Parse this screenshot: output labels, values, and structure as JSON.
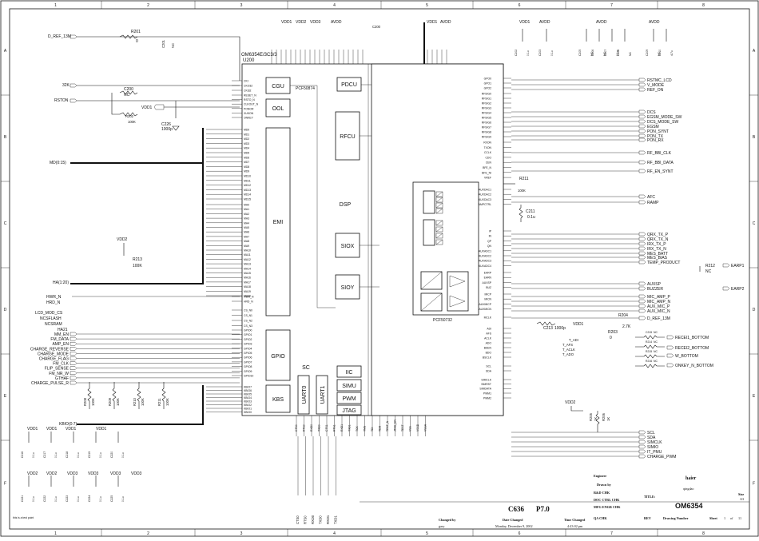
{
  "grid": {
    "columns": [
      "1",
      "2",
      "3",
      "4",
      "5",
      "6",
      "7",
      "8"
    ],
    "rows": [
      "A",
      "B",
      "C",
      "D",
      "E",
      "F"
    ]
  },
  "chip": {
    "part": "OM6354E/3C3/3",
    "ref": "U200",
    "subpart": "PCF50874",
    "codec_part": "PCF50732",
    "blocks": {
      "cgu": "CGU",
      "ool": "OOL",
      "emi": "EMI",
      "gpio": "GPIO",
      "kbs": "KBS",
      "pdcu": "PDCU",
      "rfcu": "RFCU",
      "dsp": "DSP",
      "siox": "SIOX",
      "sioy": "SIOY",
      "sc": "SC",
      "iic": "IIC",
      "simu": "SIMU",
      "pwm": "PWM",
      "jtag": "JTAG",
      "uart0": "UART0",
      "uart1": "UART1"
    }
  },
  "left_pins": [
    "CKI",
    "CKO32",
    "CKI32",
    "RESET_N",
    "RSTO_N",
    "CLKOUT_N",
    "PONOR",
    "XUKON",
    "ONKEY",
    "MD0",
    "MD1",
    "MD2",
    "MD3",
    "MD4",
    "MD5",
    "MD6",
    "MD7",
    "MD8",
    "MD9",
    "MD10",
    "MD11",
    "MD12",
    "MD13",
    "MD14",
    "MD15",
    "MA0",
    "MA1",
    "MA2",
    "MA3",
    "MA4",
    "MA5",
    "MA6",
    "MA7",
    "MA8",
    "MA9",
    "MA10",
    "MA11",
    "MA12",
    "MA13",
    "MA14",
    "MA15",
    "MA16",
    "MA17",
    "MA18",
    "MA19",
    "MA20",
    "HWR_N",
    "HRD_N",
    "CS_N0",
    "CS_N1",
    "CS_N2",
    "CS_N3",
    "GPIO0",
    "GPIO1",
    "GPIO2",
    "GPIO3",
    "GPIO4",
    "GPIO5",
    "GPIO6",
    "GPIO7",
    "GPIO8",
    "GPIO9",
    "GPIO10",
    "KBIO7",
    "KBIO6",
    "KBIO5",
    "KBIO4",
    "KBIO3",
    "KBIO2",
    "KBIO1",
    "KBIO0"
  ],
  "left_signals": {
    "d_ref": "D_REF_13M",
    "k32": "32K",
    "rstos": "RSTON",
    "md_bus": "MD(0:15)",
    "ma_bus": "HA(1:20)",
    "hwr": "HWR_N",
    "hrd": "HRD_N",
    "lcd_cs": "LCD_MOD_CS",
    "ncsflash": "NCSFLASH",
    "ncsram": "NCSRAM",
    "ha21": "HA21",
    "group": [
      "MM_EN",
      "FM_DATA",
      "AMP_EN",
      "CHARGE_REVERSE",
      "CHARGE_MODE",
      "CHARGE_FLAG",
      "FM_CLK",
      "FLIP_SENSE",
      "FM_NR_W",
      "GTHAF",
      "CHARGE_PULSE_R"
    ],
    "kbio": "KBIO(0:7)"
  },
  "right_pins": [
    "GPO0",
    "GPO1",
    "GPO2",
    "RFSIG0",
    "RFSIG1",
    "RFSIG2",
    "RFSIG3",
    "RFSIG4",
    "RFSIG5",
    "RFSIG6",
    "RFSIG7",
    "RFSIG8",
    "RFSIG9",
    "RXON",
    "TXON",
    "CCLK",
    "CDO",
    "CEN",
    "BFE_N",
    "BFE_NI",
    "VREF",
    "AUXDAC1",
    "AUXDAC2",
    "AUXDAC3",
    "AMPCTRL",
    "IP",
    "IN",
    "QP",
    "QN",
    "AUXADC1",
    "AUXADC2",
    "AUXADC3",
    "AUXADC4",
    "EARP",
    "EARN",
    "AUXSP",
    "BUZ",
    "MICP",
    "MICN",
    "AUXMICP",
    "AUXMICN",
    "MCLK",
    "ADI",
    "AFS",
    "ACLK",
    "ADO",
    "BSEN",
    "BDO",
    "BSCLK",
    "SCL",
    "SDA",
    "SIMCLK",
    "SIMRST",
    "SIMDATA",
    "PWM1",
    "PWM2"
  ],
  "right_signals": [
    "RSTMC_LCD",
    "V_MODE",
    "REF_ON",
    "DCS",
    "EGSM_MODE_SW",
    "DCS_MODE_SW",
    "EGSM",
    "PON_SYNT",
    "PON_TX",
    "PON_RX",
    "RF_BBI_CLK",
    "RF_BBI_DATA",
    "RF_EN_SYNT",
    "AFC",
    "RAMP",
    "QRX_TX_P",
    "QRX_TX_N",
    "IRX_TX_P",
    "IRX_TX_N",
    "MES_BATT",
    "MES_BIAS",
    "TEMP_PRODUCT",
    "EARP1",
    "EARP2",
    "AUXSP",
    "BUZZER",
    "MIC_AMP_P",
    "MIC_AMP_N",
    "AUX_MIC_P",
    "AUX_MIC_N",
    "D_REF_13M",
    "RECEI1_BOTTOM",
    "RECEI2_BOTTOM",
    "W_BOTTOM",
    "ONKEY_N_BOTTOM",
    "SCL",
    "SDA",
    "SIMCLK",
    "SIMIO",
    "IT_PMU",
    "CHARGE_PWM"
  ],
  "codec_bus_labels": {
    "tadi": "T_ADI",
    "tafs": "T_AFS",
    "taclk": "T_ACLK",
    "tado": "T_ADO"
  },
  "bottom_pins": [
    "CTS0",
    "RTS0",
    "RXD0",
    "TXD0",
    "CTS1",
    "RTS1",
    "RXD1",
    "TXD1",
    "TCK",
    "TMS",
    "TDI",
    "TDO",
    "TRST_N",
    "JTAG_EN",
    "TEST",
    "VSS",
    "VSSD",
    "VSSA"
  ],
  "bottom_signals": [
    "CTS0",
    "RTS0",
    "RXD0",
    "TXD0",
    "RXD1",
    "TXD1"
  ],
  "supplies": {
    "vdd1": "VDD1",
    "vdd2": "VDD2",
    "vdd3": "VDD3",
    "avdd": "AVDD"
  },
  "components": [
    {
      "ref": "R201",
      "value": "0"
    },
    {
      "ref": "C201",
      "value": "NC"
    },
    {
      "ref": "C200",
      "value": "NC"
    },
    {
      "ref": "R202",
      "value": "100K"
    },
    {
      "ref": "R207",
      "value": "1K"
    },
    {
      "ref": "C226",
      "value": "1000p"
    },
    {
      "ref": "R213",
      "value": "100K"
    },
    {
      "ref": "R208",
      "value": "100K"
    },
    {
      "ref": "R209",
      "value": "100K"
    },
    {
      "ref": "R210",
      "value": "100K"
    },
    {
      "ref": "R211",
      "value": "100K"
    },
    {
      "ref": "C211",
      "value": "0.1u"
    },
    {
      "ref": "R212",
      "value": "NC"
    },
    {
      "ref": "C213",
      "value": "1000p"
    },
    {
      "ref": "R204",
      "value": "2.7K"
    },
    {
      "ref": "R203",
      "value": "0"
    },
    {
      "ref": "C215",
      "value": "NC"
    },
    {
      "ref": "R214",
      "value": "NC"
    },
    {
      "ref": "R215",
      "value": "NC"
    },
    {
      "ref": "R216",
      "value": "NC"
    },
    {
      "ref": "R217",
      "value": "NC"
    },
    {
      "ref": "R205",
      "value": "1K"
    },
    {
      "ref": "R206",
      "value": "1K"
    }
  ],
  "top_caps": [
    {
      "ref": "C202",
      "value": "0.1u"
    },
    {
      "ref": "C203",
      "value": "0.1u"
    },
    {
      "ref": "C205",
      "value": "NC"
    },
    {
      "ref": "C206",
      "value": "NC"
    },
    {
      "ref": "C207",
      "value": "0.1u"
    },
    {
      "ref": "C208",
      "value": "NC"
    },
    {
      "ref": "C209",
      "value": "NC"
    },
    {
      "ref": "C210",
      "value": "4.7u"
    }
  ],
  "bottom_caps": [
    {
      "ref": "C216",
      "value": "0.1u"
    },
    {
      "ref": "C217",
      "value": "0.1u"
    },
    {
      "ref": "C218",
      "value": "0.1u"
    },
    {
      "ref": "C219",
      "value": "0.1u"
    },
    {
      "ref": "C220",
      "value": "0.1u"
    },
    {
      "ref": "C221",
      "value": "0.1u"
    },
    {
      "ref": "C222",
      "value": "0.1u"
    },
    {
      "ref": "C223",
      "value": "0.1u"
    },
    {
      "ref": "C224",
      "value": "0.1u"
    },
    {
      "ref": "C225",
      "value": "0.1u"
    }
  ],
  "title_block": {
    "engineer_label": "Engineer",
    "drawn_by_label": "Drawn by",
    "rd_chk_label": "R&D CHK",
    "doc_ctrl_label": "DOC CTRL CHK",
    "mfg_label": "MFG ENGR CHK",
    "qa_label": "QA CHK",
    "changed_by_label": "Changed by",
    "changed_by": "gary",
    "date_changed_label": "Date Changed",
    "date_changed": "Monday, December 9, 2002",
    "time_changed_label": "Time Changed",
    "time_changed": "4:43:02 pm",
    "rev_label": "REV",
    "drawing_number_label": "Drawing Number",
    "sheet_label": "Sheet",
    "sheet": "1",
    "of_label": "of",
    "sheets_total": "11",
    "company": "haier",
    "company_sub": "qingdao",
    "title_label": "TITLE:",
    "title": "OM6354",
    "size_label": "Size",
    "size": "A3",
    "model": "C636",
    "version": "P7.0"
  },
  "footnote": "this is a test point"
}
